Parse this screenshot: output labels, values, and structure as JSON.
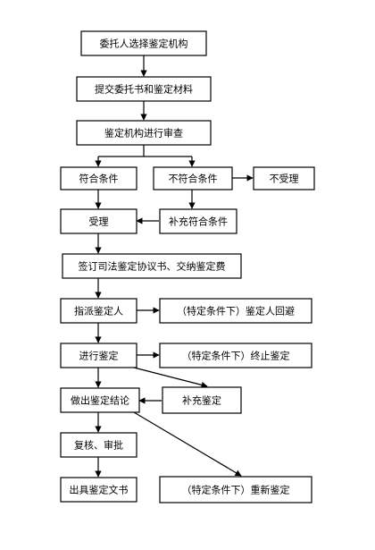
{
  "flowchart": {
    "nodes": {
      "select_institution": "委托人选择鉴定机构",
      "submit_materials": "提交委托书和鉴定材料",
      "review": "鉴定机构进行审查",
      "meets": "符合条件",
      "not_meets": "不符合条件",
      "rejected": "不受理",
      "accepted": "受理",
      "supplement_conditions": "补充符合条件",
      "sign_agreement": "签订司法鉴定协议书、交纳鉴定费",
      "assign_appraiser": "指派鉴定人",
      "recusal": "（特定条件下）鉴定人回避",
      "conduct": "进行鉴定",
      "terminate": "（特定条件下）终止鉴定",
      "conclusion": "做出鉴定结论",
      "supplementary": "补充鉴定",
      "review_approve": "复核、审批",
      "issue_document": "出具鉴定文书",
      "reappraisal": "（特定条件下）重新鉴定"
    }
  }
}
